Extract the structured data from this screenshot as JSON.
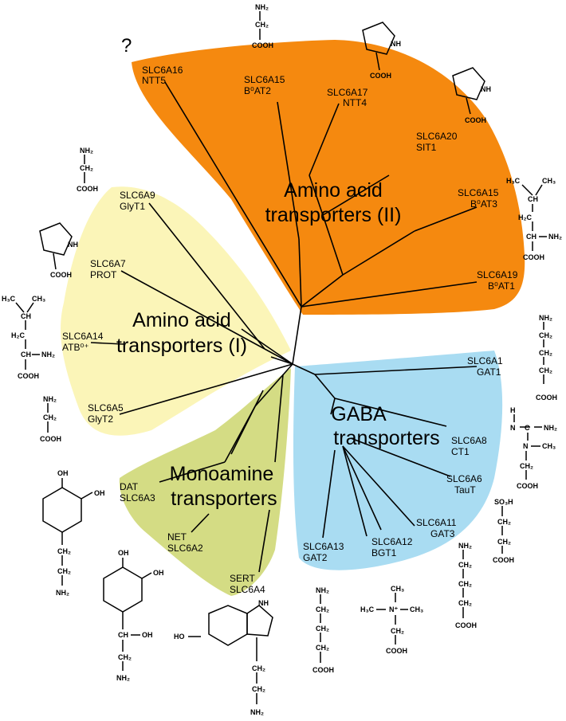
{
  "question_mark": "?",
  "groups": {
    "aa2": {
      "title_line1": "Amino acid",
      "title_line2": "transporters (II)",
      "color": "#f5890f"
    },
    "aa1": {
      "title_line1": "Amino acid",
      "title_line2": "transporters (I)",
      "color": "#fbf5b8"
    },
    "gaba": {
      "title_line1": "GABA",
      "title_line2": "transporters",
      "color": "#a9dcf2"
    },
    "mono": {
      "title_line1": "Monoamine",
      "title_line2": "transporters",
      "color": "#d4dc84"
    }
  },
  "leaves": {
    "slc6a16": {
      "gene": "SLC6A16",
      "alias": "NTT5"
    },
    "slc6a15a": {
      "gene": "SLC6A15",
      "alias": "B⁰AT2"
    },
    "slc6a17": {
      "gene": "SLC6A17",
      "alias": "NTT4"
    },
    "slc6a20": {
      "gene": "SLC6A20",
      "alias": "SIT1"
    },
    "slc6a15b": {
      "gene": "SLC6A15",
      "alias": "B⁰AT3"
    },
    "slc6a19": {
      "gene": "SLC6A19",
      "alias": "B⁰AT1"
    },
    "slc6a9": {
      "gene": "SLC6A9",
      "alias": "GlyT1"
    },
    "slc6a7": {
      "gene": "SLC6A7",
      "alias": "PROT"
    },
    "slc6a14": {
      "gene": "SLC6A14",
      "alias": "ATB⁰⁺"
    },
    "slc6a5": {
      "gene": "SLC6A5",
      "alias": "GlyT2"
    },
    "slc6a1": {
      "gene": "SLC6A1",
      "alias": "GAT1"
    },
    "slc6a8": {
      "gene": "SLC6A8",
      "alias": "CT1"
    },
    "slc6a6": {
      "gene": "SLC6A6",
      "alias": "TauT"
    },
    "slc6a11": {
      "gene": "SLC6A11",
      "alias": "GAT3"
    },
    "slc6a12": {
      "gene": "SLC6A12",
      "alias": "BGT1"
    },
    "slc6a13": {
      "gene": "SLC6A13",
      "alias": "GAT2"
    },
    "dat": {
      "gene": "DAT",
      "alias": "SLC6A3"
    },
    "net": {
      "gene": "NET",
      "alias": "SLC6A2"
    },
    "sert": {
      "gene": "SERT",
      "alias": "SLC6A4"
    }
  },
  "chem": {
    "nh2": "NH₂",
    "ch2": "CH₂",
    "ch": "CH",
    "ch3": "CH₃",
    "h3c": "H₃C",
    "h2c": "H₂C",
    "cooh": "COOH",
    "nh": "NH",
    "h": "H",
    "oh": "OH",
    "ho": "HO",
    "so3h": "SO₃H",
    "nplus": "N⁺",
    "n": "N",
    "c": "C"
  }
}
